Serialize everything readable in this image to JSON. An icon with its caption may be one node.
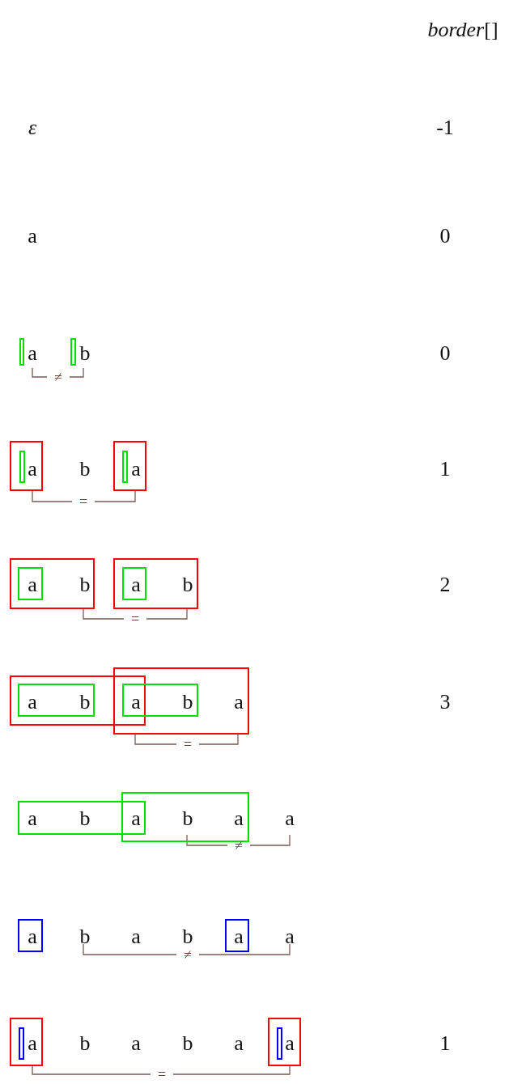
{
  "diagram": {
    "title": "*border*[]",
    "nodes": [
      {
        "text": [],
        "shape": "box"
      },
      {
        "text": [],
        "shape": "box"
      },
      {
        "text": [
          "a"
        ]
      },
      {
        "text": [],
        "shape": "box",
        "in": 2
      },
      {
        "text": [
          "a"
        ]
      },
      {
        "text": [],
        "shape": "box",
        "in": 4
      },
      {
        "text": [
          "b"
        ]
      },
      {
        "text": [
          "a"
        ],
        "in": 6
      },
      {
        "text": [
          "b"
        ]
      },
      {
        "text": [
          "a"
        ],
        "in": 8
      },
      {
        "text": [],
        "shape": "box"
      },
      {
        "text": [
          "a",
          "b"
        ],
        "in": 10
      },
      {
        "text": [
          "a"
        ]
      },
      {
        "text": [
          "a",
          "b"
        ],
        "in": 12
      },
      {
        "text": [
          "a",
          "b",
          "a"
        ]
      },
      {
        "text": [
          "b",
          "a"
        ]
      },
      {
        "text": [
          "a"
        ]
      },
      {
        "text": [
          "a"
        ]
      },
      {
        "text": [
          "a"
        ]
      },
      {
        "text": [],
        "shape": "box",
        "in": 18
      },
      {
        "text": [
          "a"
        ]
      },
      {
        "text": [],
        "shape": "box",
        "in": 20
      }
    ],
    "labels": [
      "ε",
      "-1",
      "a",
      "0",
      "a",
      "b",
      "0",
      "≠",
      "b",
      "1",
      "=",
      "2",
      "=",
      "3",
      "=",
      "a",
      "≠",
      "b",
      "a",
      "b",
      "a",
      "≠",
      "b",
      "a",
      "b",
      "a",
      "1",
      "="
    ]
  }
}
